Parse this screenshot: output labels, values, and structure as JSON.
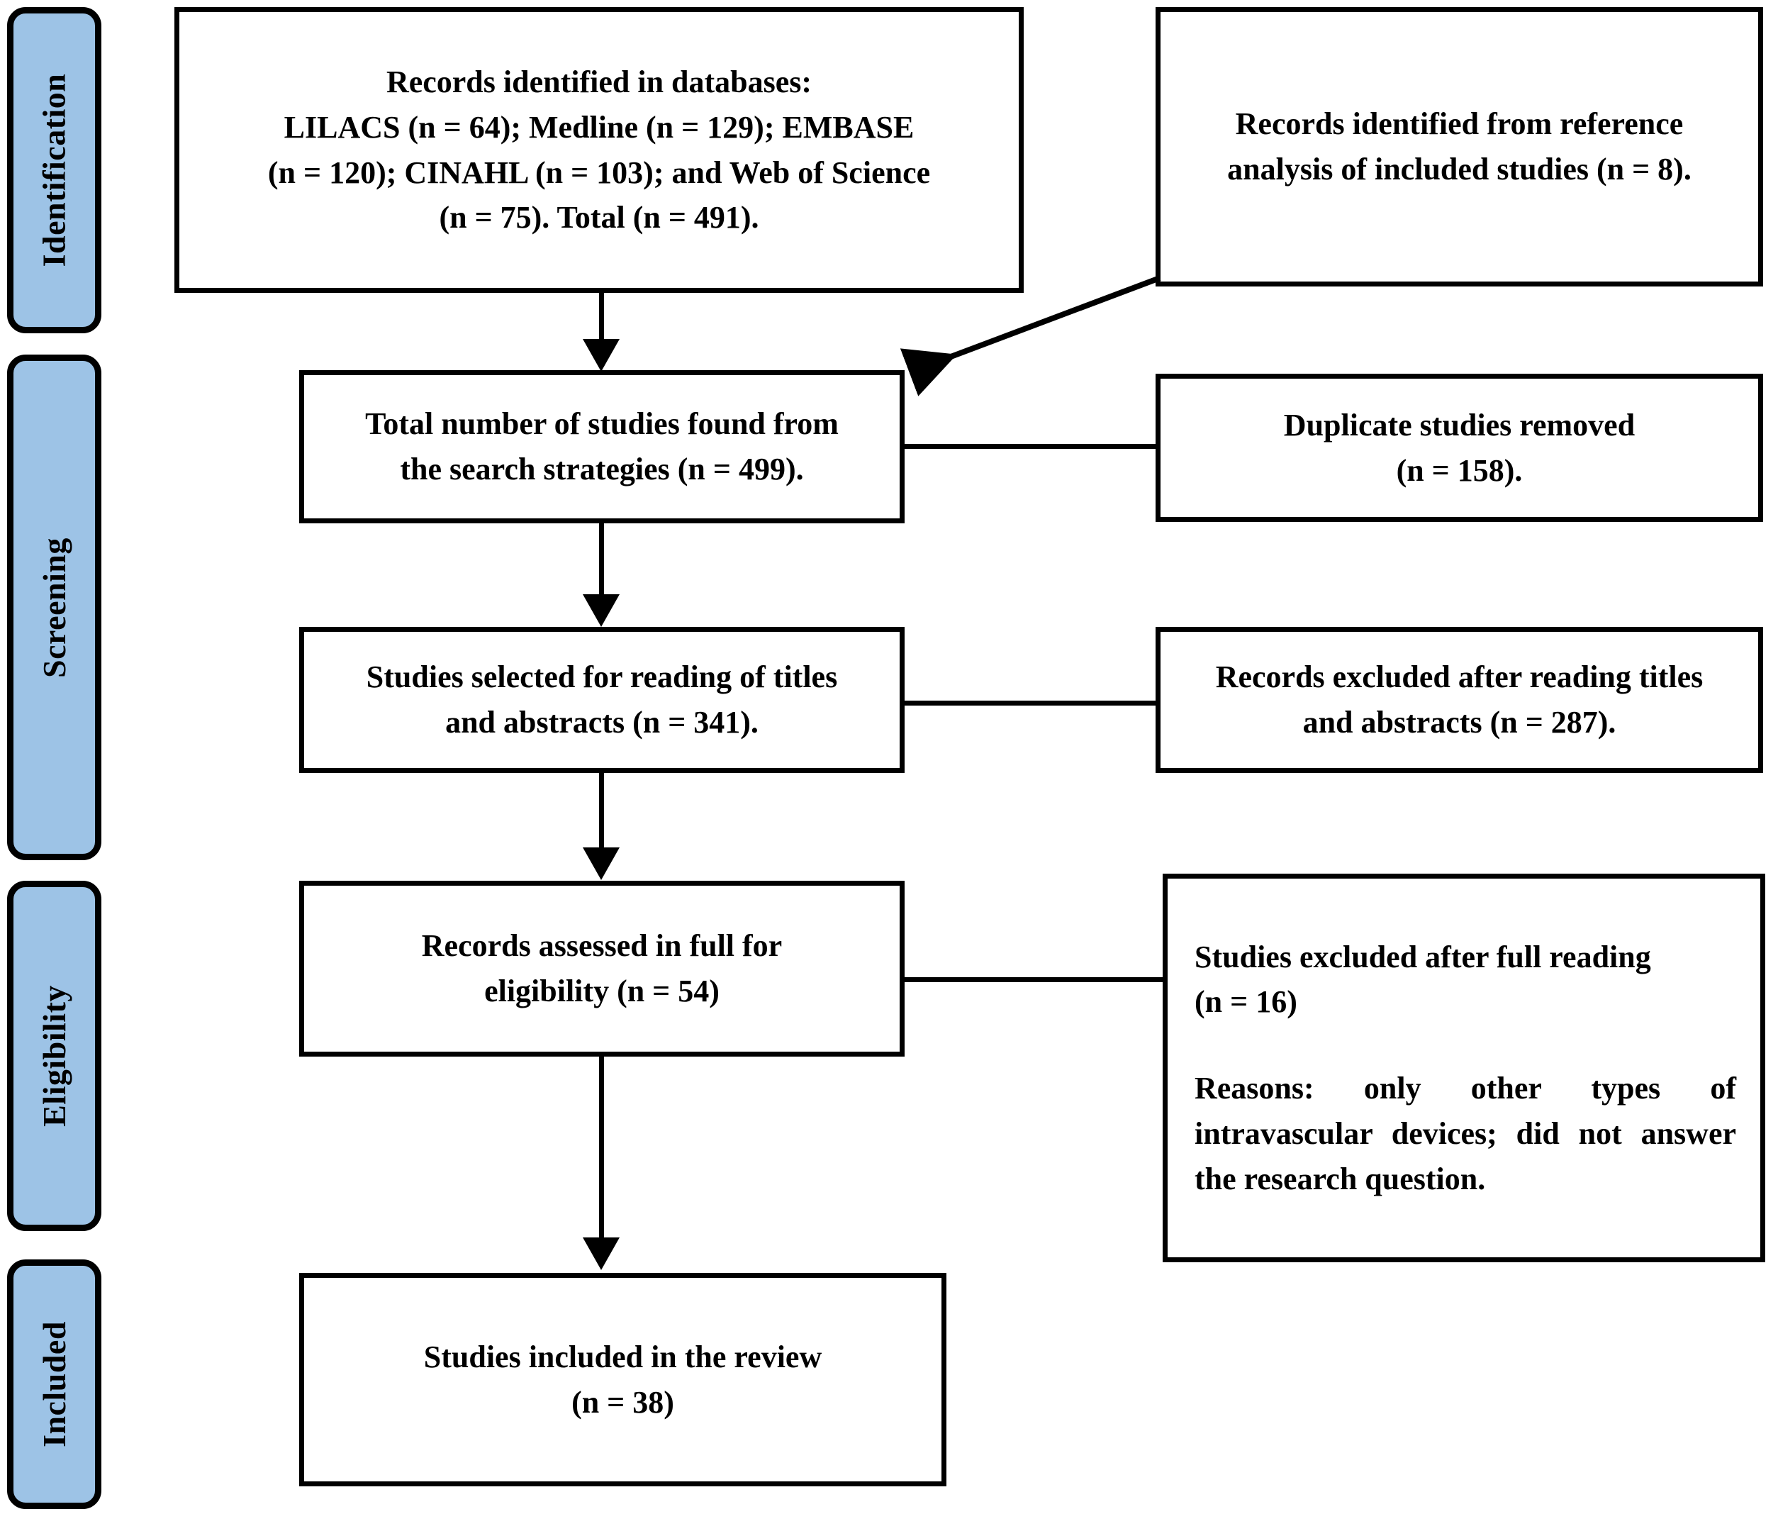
{
  "diagram": {
    "type": "prisma-flow-diagram",
    "accent_color": "#9DC3E6",
    "line_color": "#000000",
    "background": "#FFFFFF",
    "stages": [
      {
        "id": "identification",
        "label": "Identification"
      },
      {
        "id": "screening",
        "label": "Screening"
      },
      {
        "id": "eligibility",
        "label": "Eligibility"
      },
      {
        "id": "included",
        "label": "Included"
      }
    ],
    "boxes": {
      "records_identified_databases": "Records identified in databases:\nLILACS (n = 64); Medline (n = 129); EMBASE\n(n = 120); CINAHL (n = 103); and Web of Science\n(n = 75). Total (n = 491).",
      "records_identified_references": "Records identified from reference\nanalysis of included studies (n = 8).",
      "total_studies_found": "Total number of studies found from\nthe search strategies (n = 499).",
      "duplicates_removed": "Duplicate studies removed\n(n = 158).",
      "selected_titles_abstracts": "Studies selected for reading of titles\nand abstracts (n = 341).",
      "excluded_titles_abstracts": "Records excluded after reading titles\nand abstracts (n = 287).",
      "assessed_full_eligibility": "Records assessed in full for\neligibility (n = 54)",
      "excluded_full_reading_header": "Studies excluded after full reading\n(n = 16)",
      "excluded_full_reading_reasons": "Reasons: only other types of intravascular devices; did not answer the research question.",
      "studies_included": "Studies included in the review\n(n = 38)"
    },
    "counts": {
      "lilacs": 64,
      "medline": 129,
      "embase": 120,
      "cinahl": 103,
      "web_of_science": 75,
      "databases_total": 491,
      "reference_analysis": 8,
      "total_found": 499,
      "duplicates_removed": 158,
      "selected_titles_abstracts": 341,
      "excluded_titles_abstracts": 287,
      "assessed_full_text": 54,
      "excluded_full_text": 16,
      "included": 38
    }
  }
}
